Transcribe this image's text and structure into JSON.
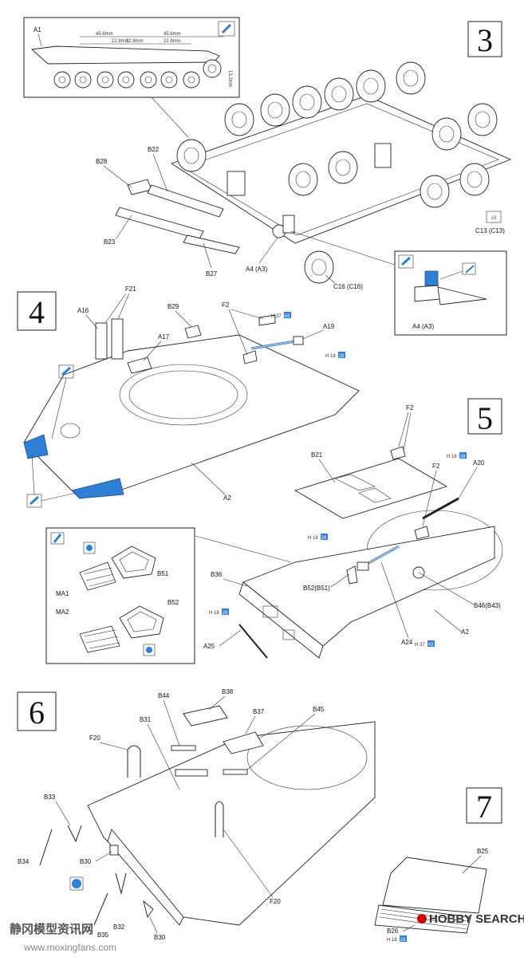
{
  "steps": {
    "s3": "3",
    "s4": "4",
    "s5": "5",
    "s6": "6",
    "s7": "7"
  },
  "step3": {
    "inset": {
      "a1": "A1",
      "dim_top_left": "45.6mm",
      "dim_top_right": "45.6mm",
      "dim_mid_left": "22.8mm",
      "dim_mid_center": "22.8mm",
      "dim_mid_right": "22.8mm",
      "dim_side": "13.2mm"
    },
    "labels": {
      "b22": "B22",
      "b28": "B28",
      "b23": "B23",
      "b27": "B27",
      "a4": "A4 (A3)",
      "c16": "C16 (C16)",
      "c13": "C13 (C13)",
      "x3": "x3"
    },
    "detail": {
      "a4": "A4 (A3)"
    }
  },
  "step4": {
    "labels": {
      "f21": "F21",
      "a16": "A16",
      "b29": "B29",
      "f2": "F2",
      "a17": "A17",
      "a19": "A19",
      "a2": "A2"
    },
    "ref1": {
      "prefix": "H",
      "code": "37",
      "num": "43"
    },
    "ref2": {
      "prefix": "H",
      "code": "18",
      "num": "28"
    }
  },
  "step5": {
    "labels": {
      "f2_top": "F2",
      "b21": "B21",
      "f2_mid": "F2",
      "a20": "A20",
      "b36": "B36",
      "b52": "B52(B51)",
      "b46": "B46(B43)",
      "a2": "A2",
      "a24": "A24",
      "a25": "A25"
    },
    "ref1": {
      "prefix": "H",
      "code": "18",
      "num": "28"
    },
    "ref2": {
      "prefix": "H",
      "code": "18",
      "num": "28"
    },
    "ref3": {
      "prefix": "H",
      "code": "18",
      "num": "28"
    },
    "ref4": {
      "prefix": "H",
      "code": "37",
      "num": "43"
    },
    "inset": {
      "b51": "B51",
      "ma1": "MA1",
      "ma2": "MA2",
      "b52": "B52"
    }
  },
  "step6": {
    "labels": {
      "b38": "B38",
      "b44": "B44",
      "b37": "B37",
      "b45": "B45",
      "b31": "B31",
      "f20_top": "F20",
      "b33": "B33",
      "b34": "B34",
      "b30_top": "B30",
      "b32": "B32",
      "b35": "B35",
      "b30_bot": "B30",
      "f20_bot": "F20"
    }
  },
  "step7": {
    "labels": {
      "b25": "B25",
      "b26": "B26"
    },
    "ref": {
      "prefix": "H",
      "code": "18",
      "num": "28"
    }
  },
  "watermark": {
    "brand": "HOBBY SEARCH",
    "cn": "静冈模型资讯网",
    "url": "www.moxingfans.com"
  },
  "colors": {
    "accent_blue": "#2f7fd6",
    "light_blue": "#8ec3f0",
    "ink": "#222222"
  }
}
